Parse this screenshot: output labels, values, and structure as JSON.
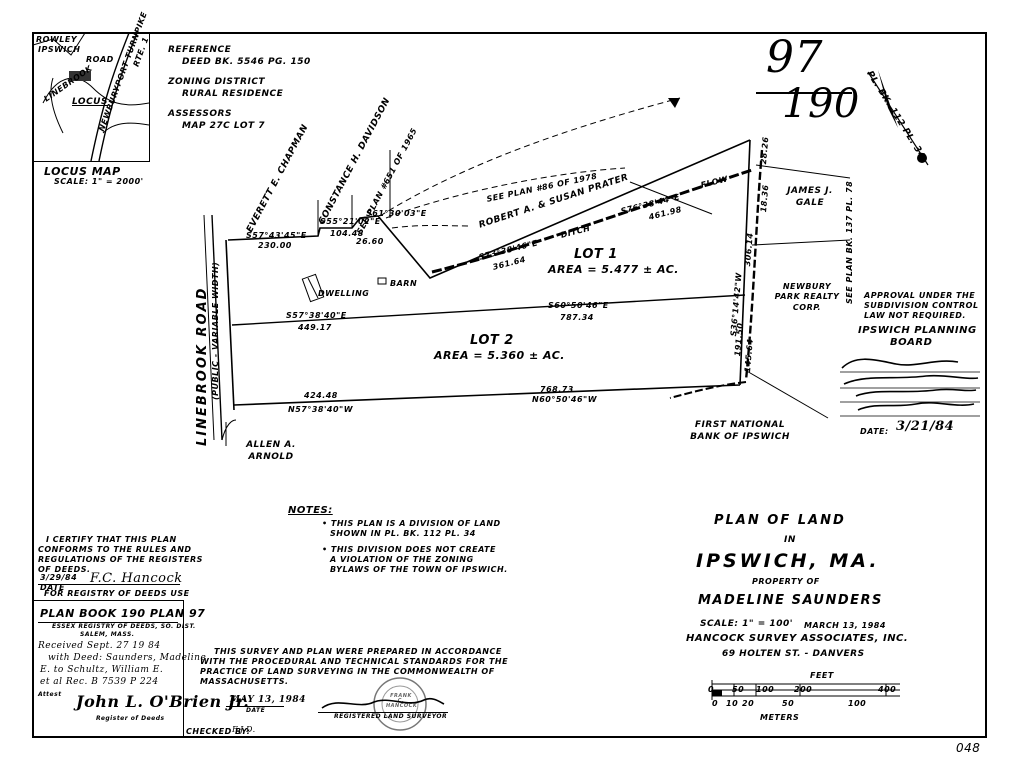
{
  "locus": {
    "title": "LOCUS MAP",
    "scale": "SCALE: 1\" = 2000'",
    "labels": [
      "ROWLEY",
      "IPSWICH",
      "RTE. 1",
      "LINEBROOK",
      "ROAD",
      "LOCUS",
      "NEWBURYPORT TURNPIKE"
    ]
  },
  "reference": {
    "line1": "REFERENCE",
    "line2": "DEED BK. 5546 PG. 150",
    "line3": "ZONING DISTRICT",
    "line4": "RURAL RESIDENCE",
    "line5": "ASSESSORS",
    "line6": "MAP 27C LOT 7"
  },
  "handwritten_number": {
    "top": "97",
    "bottom": "190"
  },
  "plan_ref_corner": "PL. BK. 112 PL. 34",
  "neighbors": {
    "everett": "EVERETT E. CHAPMAN",
    "constance": "CONSTANCE H. DAVIDSON",
    "see_plan_651": "SEE PLAN #651 OF 1965",
    "prater": "ROBERT A. & SUSAN PRATER",
    "see_plan_86": "SEE PLAN #86 OF 1978",
    "gale": "JAMES J. GALE",
    "newbury": "NEWBURY PARK REALTY CORP.",
    "see_plan_137": "SEE PLAN BK. 137 PL. 78",
    "first_national": "FIRST NATIONAL BANK OF IPSWICH",
    "allen": "ALLEN A. ARNOLD",
    "road": "LINEBROOK ROAD",
    "road_width": "(PUBLIC - VARIABLE WIDTH)"
  },
  "lots": {
    "lot1": "LOT 1",
    "lot1_area": "AREA = 5.477 ± AC.",
    "lot2": "LOT 2",
    "lot2_area": "AREA = 5.360 ± AC."
  },
  "bearings": {
    "b1": "S57°43'45\"E",
    "b1d": "230.00",
    "b2": "S55°21'02\"E",
    "b2d": "104.48",
    "b3": "S61°30'03\"E",
    "b3d": "26.60",
    "b4": "S73°38'46\"E",
    "b4d": "361.64",
    "b5": "S76°38'44\"E",
    "b5d": "461.98",
    "b6": "S57°38'40\"E",
    "b6d": "449.17",
    "b7": "S60°50'46\"E",
    "b7d": "787.34",
    "b8": "N57°38'40\"W",
    "b8d": "424.48",
    "b9": "N60°50'46\"W",
    "b9d": "768.73",
    "b10": "S36°14'42\"W",
    "ditch": "DITCH",
    "flow": "FLOW",
    "dwelling": "DWELLING",
    "barn": "BARN",
    "d1": "306.14",
    "d2": "191.50",
    "d3": "18.36",
    "d4": "28.26",
    "d5": "145.64"
  },
  "approval": {
    "l1": "APPROVAL UNDER THE",
    "l2": "SUBDIVISION CONTROL",
    "l3": "LAW NOT REQUIRED.",
    "board1": "IPSWICH PLANNING",
    "board2": "BOARD",
    "date_label": "DATE:",
    "date": "3/21/84"
  },
  "notes": {
    "title": "NOTES:",
    "n1a": "• THIS PLAN IS A DIVISION OF LAND",
    "n1b": "SHOWN IN PL. BK. 112 PL. 34",
    "n2a": "• THIS DIVISION DOES NOT CREATE",
    "n2b": "A VIOLATION OF THE ZONING",
    "n2c": "BYLAWS OF THE TOWN OF IPSWICH."
  },
  "title_block": {
    "l1": "PLAN OF LAND",
    "l2": "IN",
    "l3": "IPSWICH, MA.",
    "l4": "PROPERTY OF",
    "l5": "MADELINE SAUNDERS",
    "scale": "SCALE: 1\" = 100'",
    "date": "MARCH 13, 1984",
    "firm": "HANCOCK SURVEY ASSOCIATES, INC.",
    "address": "69 HOLTEN ST. - DANVERS"
  },
  "scalebar": {
    "feet": "FEET",
    "meters": "METERS",
    "feet_ticks": [
      "0",
      "50",
      "100",
      "200",
      "400"
    ],
    "meter_ticks": [
      "0",
      "10",
      "20",
      "50",
      "100"
    ]
  },
  "certify": {
    "l1": "I CERTIFY THAT THIS PLAN",
    "l2": "CONFORMS TO THE RULES AND",
    "l3": "REGULATIONS OF THE REGISTERS",
    "l4": "OF DEEDS.",
    "date": "3/29/84",
    "date_label": "DATE",
    "signature": "F.C. Hancock"
  },
  "registry": {
    "header": "FOR REGISTRY OF DEEDS USE",
    "plan_book": "PLAN BOOK 190 PLAN 97",
    "office": "ESSEX REGISTRY OF DEEDS, SO. DIST.",
    "city": "SALEM, MASS.",
    "received": "Received  Sept. 27  19 84",
    "with_deed": "with Deed: Saunders, Madeline",
    "to": "E. to Schultz, William E.",
    "et_al": "et al  Rec. B 7539 P 224",
    "attest": "Attest",
    "signature": "John L. O'Brien Jr.",
    "register": "Register of Deeds"
  },
  "survey_statement": {
    "l1": "THIS SURVEY AND PLAN WERE PREPARED IN ACCORDANCE",
    "l2": "WITH THE PROCEDURAL AND TECHNICAL STANDARDS FOR THE",
    "l3": "PRACTICE OF LAND SURVEYING IN THE COMMONWEALTH OF",
    "l4": "MASSACHUSETTS.",
    "date": "MAY 13, 1984",
    "date_label": "DATE",
    "registered": "REGISTERED LAND SURVEYOR",
    "checked": "CHECKED BY:",
    "checked_val": "F.J.D.",
    "seal_text": "FRANK C. HANCOCK"
  },
  "page_number": "048"
}
